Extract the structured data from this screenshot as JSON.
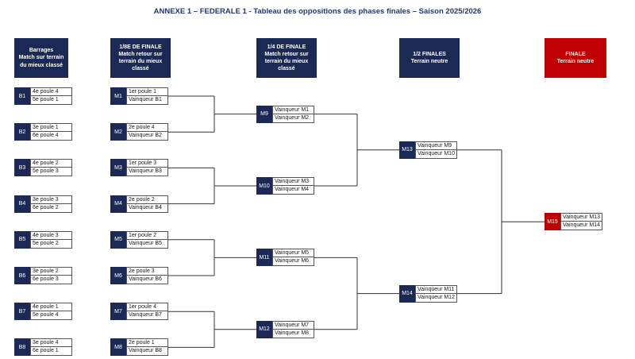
{
  "title": "ANNEXE 1 – FEDERALE 1 - Tableau des oppositions des phases finales – Saison 2025/2026",
  "headers": [
    {
      "lines": "Barrages\nMatch sur terrain\ndu mieux classé",
      "final": false
    },
    {
      "lines": "1/8E DE FINALE\nMatch retour sur\nterrain du mieux\nclassé",
      "final": false
    },
    {
      "lines": "1/4 DE FINALE\nMatch retour sur\nterrain du mieux\nclassé",
      "final": false
    },
    {
      "lines": "1/2 FINALES\nTerrain neutre",
      "final": false
    },
    {
      "lines": "FINALE\nTerrain neutre",
      "final": true
    }
  ],
  "rounds": [
    [
      {
        "code": "B1",
        "teams": [
          "4e poule 4",
          "5e poule 1"
        ]
      },
      {
        "code": "B2",
        "teams": [
          "3e poule 1",
          "6e poule 4"
        ]
      },
      {
        "code": "B3",
        "teams": [
          "4e poule 2",
          "5e poule 3"
        ]
      },
      {
        "code": "B4",
        "teams": [
          "3e poule 3",
          "6e poule 2"
        ]
      },
      {
        "code": "B5",
        "teams": [
          "4e poule 3",
          "5e poule 2"
        ]
      },
      {
        "code": "B6",
        "teams": [
          "3e poule 2",
          "6e poule 3"
        ]
      },
      {
        "code": "B7",
        "teams": [
          "4e poule 1",
          "5e poule 4"
        ]
      },
      {
        "code": "B8",
        "teams": [
          "3e poule 4",
          "6e poule 1"
        ]
      }
    ],
    [
      {
        "code": "M1",
        "teams": [
          "1er poule 1",
          "Vainqueur B1"
        ]
      },
      {
        "code": "M2",
        "teams": [
          "2e poule 4",
          "Vainqueur B2"
        ]
      },
      {
        "code": "M3",
        "teams": [
          "1er poule 3",
          "Vainqueur B3"
        ]
      },
      {
        "code": "M4",
        "teams": [
          "2e poule 2",
          "Vainqueur B4"
        ]
      },
      {
        "code": "M5",
        "teams": [
          "1er poule 2",
          "Vainqueur B5"
        ]
      },
      {
        "code": "M6",
        "teams": [
          "2e poule 3",
          "Vainqueur B6"
        ]
      },
      {
        "code": "M7",
        "teams": [
          "1er poule 4",
          "Vainqueur B7"
        ]
      },
      {
        "code": "M8",
        "teams": [
          "2e poule 1",
          "Vainqueur B8"
        ]
      }
    ],
    [
      {
        "code": "M9",
        "teams": [
          "Vainqueur M1",
          "Vainqueur M2"
        ]
      },
      {
        "code": "M10",
        "teams": [
          "Vainqueur M3",
          "Vainqueur M4"
        ]
      },
      {
        "code": "M11",
        "teams": [
          "Vainqueur M5",
          "Vainqueur M6"
        ]
      },
      {
        "code": "M12",
        "teams": [
          "Vainqueur M7",
          "Vainqueur M8"
        ]
      }
    ],
    [
      {
        "code": "M13",
        "teams": [
          "Vainqueur M9",
          "Vainqueur M10"
        ]
      },
      {
        "code": "M14",
        "teams": [
          "Vainqueur M11",
          "Vainqueur M12"
        ]
      }
    ],
    [
      {
        "code": "M15",
        "teams": [
          "Vainqueur M13",
          "Vainqueur M14"
        ]
      }
    ]
  ]
}
